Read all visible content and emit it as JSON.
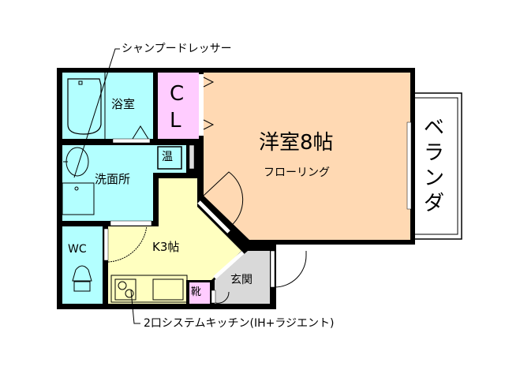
{
  "floor_plan": {
    "callouts": {
      "top": "シャンプードレッサー",
      "bottom": "2口システムキッチン(IH+ラジエント)"
    },
    "rooms": {
      "bath": {
        "label": "浴室"
      },
      "closet": {
        "label_line1": "C",
        "label_line2": "L"
      },
      "western_room": {
        "label": "洋室8帖",
        "sublabel": "フローリング"
      },
      "veranda": {
        "label": "ベランダ"
      },
      "washroom": {
        "label": "洗面所"
      },
      "water_heater": {
        "label": "温"
      },
      "kitchen": {
        "label": "K3帖"
      },
      "toilet": {
        "label": "WC"
      },
      "entrance": {
        "label": "玄関"
      },
      "shoe_box": {
        "label": "靴"
      }
    },
    "colors": {
      "wall": "#000000",
      "wet_area": "#b3ffff",
      "closet": "#ffccff",
      "western_room": "#ffd9b3",
      "kitchen": "#ffffc0",
      "entrance": "#d9d9d9",
      "background": "#ffffff"
    }
  }
}
